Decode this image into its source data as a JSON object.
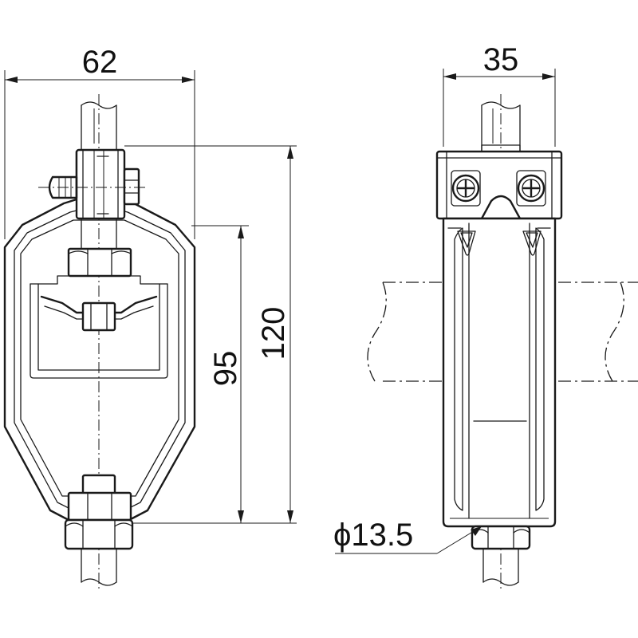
{
  "dimensions": {
    "width_left": "62",
    "width_right": "35",
    "height_total": "120",
    "height_inner": "95",
    "rod_diameter": "ϕ13.5"
  }
}
